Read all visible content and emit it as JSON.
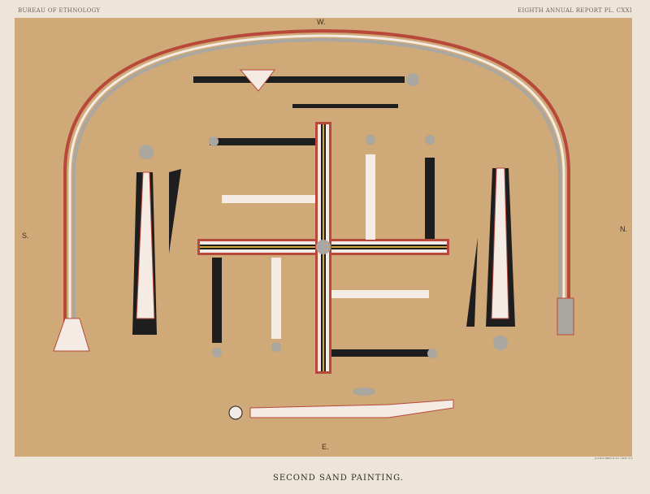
{
  "header": {
    "left": "BUREAU OF ETHNOLOGY",
    "right": "EIGHTH ANNUAL REPORT PL. CXXI"
  },
  "directions": {
    "west": "W.",
    "south": "S.",
    "north": "N.",
    "east": "E."
  },
  "caption": "SECOND SAND PAINTING.",
  "imprint": "JULIUS BIEN & CO. LITH. N.Y.",
  "colors": {
    "paper": "#ede5d8",
    "sand": "#cfa978",
    "red": "#b8483a",
    "white": "#f3ebe4",
    "gray": "#a9a7a0",
    "black": "#1e1e1e",
    "yellow": "#d4a93a"
  }
}
